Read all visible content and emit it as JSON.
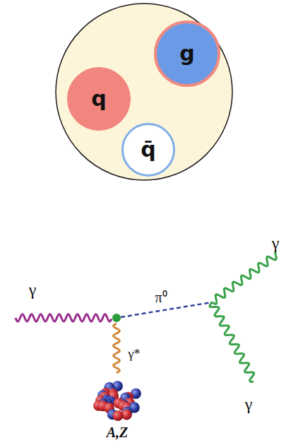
{
  "diagram": {
    "nodes": [
      {
        "text": [
          "q"
        ]
      },
      {
        "text": [
          "g"
        ]
      },
      {
        "text": [
          "q̄"
        ]
      }
    ],
    "labels": [
      "γ",
      "π⁰",
      "γ",
      "γ*",
      "γ",
      "A,Z"
    ]
  }
}
